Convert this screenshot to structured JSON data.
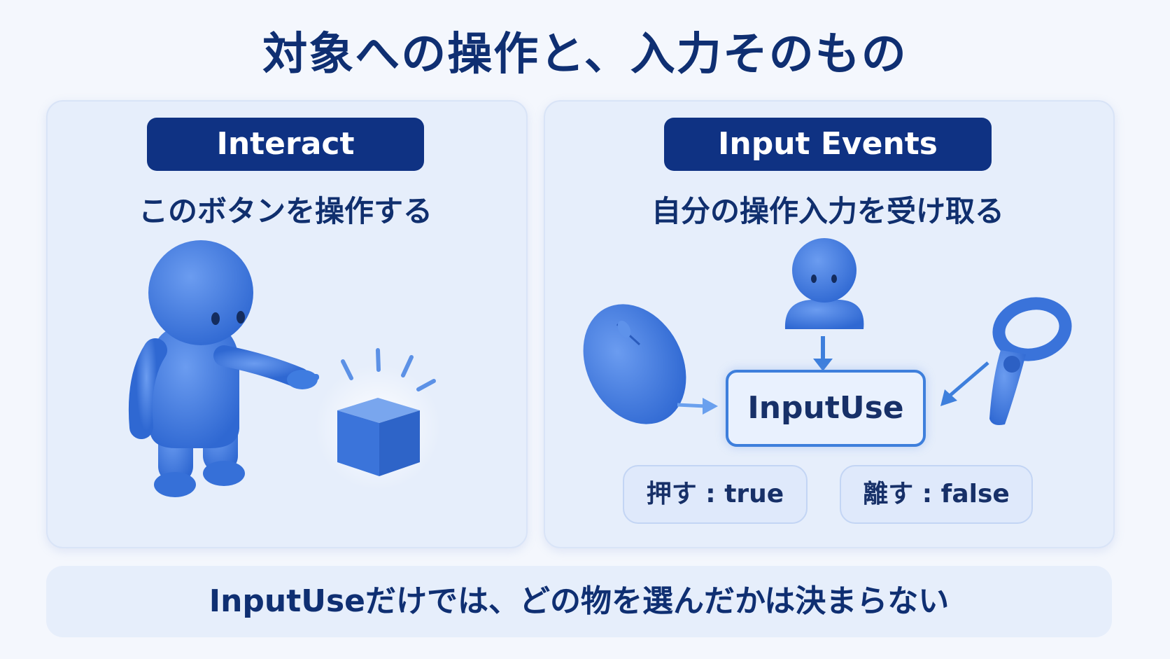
{
  "title": "対象への操作と、入力そのもの",
  "left_panel": {
    "heading": "Interact",
    "subtitle": "このボタンを操作する"
  },
  "right_panel": {
    "heading": "Input Events",
    "subtitle": "自分の操作入力を受け取る",
    "center_box": "InputUse",
    "press_state": "押す : true",
    "release_state": "離す : false"
  },
  "footer": "InputUseだけでは、どの物を選んだかは決まらない",
  "colors": {
    "accent_dark": "#0f3283",
    "figure_blue": "#3f7ce0",
    "panel_bg": "#e6eefb"
  },
  "icons": [
    "figure-pointing-icon",
    "cube-button-icon",
    "figure-small-icon",
    "mouse-icon",
    "vr-controller-icon"
  ]
}
